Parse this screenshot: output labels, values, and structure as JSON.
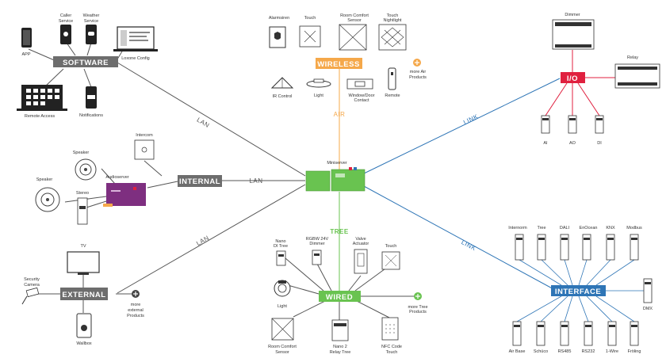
{
  "colors": {
    "grey": "#6d6d6d",
    "green": "#69c350",
    "orange": "#f5a84a",
    "red": "#e0203f",
    "blue": "#2e75b6",
    "purple": "#7a2a7b",
    "audio_purple": "#7e2f80",
    "line": "#555555"
  },
  "hubs": {
    "software": "SOFTWARE",
    "internal": "INTERNAL",
    "external": "EXTERNAL",
    "wireless": "WIRELESS",
    "wired": "WIRED",
    "io": "I/O",
    "interface": "INTERFACE"
  },
  "links": {
    "lan_software": "LAN",
    "lan_internal": "LAN",
    "lan_external": "LAN",
    "air": "AIR",
    "tree": "TREE",
    "link_io": "LINK",
    "link_interface": "LINK"
  },
  "miniserver": "Miniserver",
  "software": {
    "app": "APP",
    "caller_1": "Caller",
    "caller_2": "Service",
    "weather_1": "Weather",
    "weather_2": "Service",
    "config": "Loxone Config",
    "remote": "Remote Access",
    "notifications": "Notifications"
  },
  "internal": {
    "intercom": "Intercom",
    "speaker_top": "Speaker",
    "speaker_left": "Speaker",
    "audioserver": "Audioserver",
    "stereo": "Stereo"
  },
  "external": {
    "tv": "TV",
    "camera_1": "Security",
    "camera_2": "Camera",
    "more_1": "more",
    "more_2": "external",
    "more_3": "Products",
    "wallbox": "Wallbox"
  },
  "wireless": {
    "alarmsiren": "Alarmsiren",
    "touch": "Touch",
    "room_1": "Room Comfort",
    "room_2": "Sensor",
    "nightlight_1": "Touch",
    "nightlight_2": "Nightlight",
    "ir": "IR Control",
    "light": "Light",
    "window_1": "Window/Door",
    "window_2": "Contact",
    "remote": "Remote",
    "more_1": "more Air",
    "more_2": "Products"
  },
  "wired": {
    "nano_di_1": "Nano",
    "nano_di_2": "DI Tree",
    "rgbw_1": "RGBW 24V",
    "rgbw_2": "Dimmer",
    "valve_1": "Valve",
    "valve_2": "Actuator",
    "touch": "Touch",
    "light": "Light",
    "more_1": "more Tree",
    "more_2": "Products",
    "room_1": "Room Comfort",
    "room_2": "Sensor",
    "nano2_1": "Nano 2",
    "nano2_2": "Relay Tree",
    "nfc_1": "NFC Code",
    "nfc_2": "Touch"
  },
  "io": {
    "dimmer": "Dimmer",
    "relay": "Relay",
    "ai": "AI",
    "ao": "AO",
    "di": "DI"
  },
  "interface": {
    "top": [
      "Internorm",
      "Tree",
      "DALI",
      "EnOcean",
      "KNX",
      "Modbus"
    ],
    "bottom": [
      "Air Base",
      "Schüco",
      "RS485",
      "RS232",
      "1-Wire",
      "Fröling"
    ],
    "dmx": "DMX"
  }
}
